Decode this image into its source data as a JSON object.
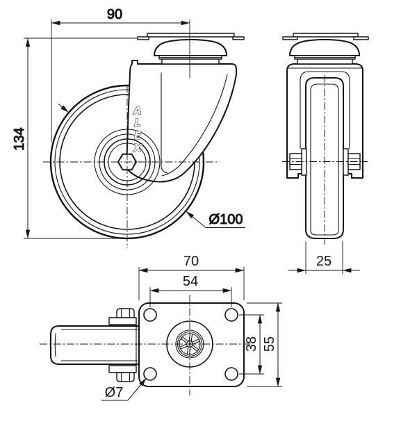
{
  "colors": {
    "line": "#141414",
    "background": "#ffffff"
  },
  "brand": {
    "letters": [
      "A",
      "L",
      "E",
      "X"
    ]
  },
  "dimensions": {
    "front_width": "90",
    "overall_height": "134",
    "wheel_diameter": "Ø100",
    "wheel_width": "25",
    "plate_length": "70",
    "hole_spacing_length": "54",
    "hole_spacing_width": "38",
    "plate_width": "55",
    "hole_diameter": "Ø7"
  }
}
